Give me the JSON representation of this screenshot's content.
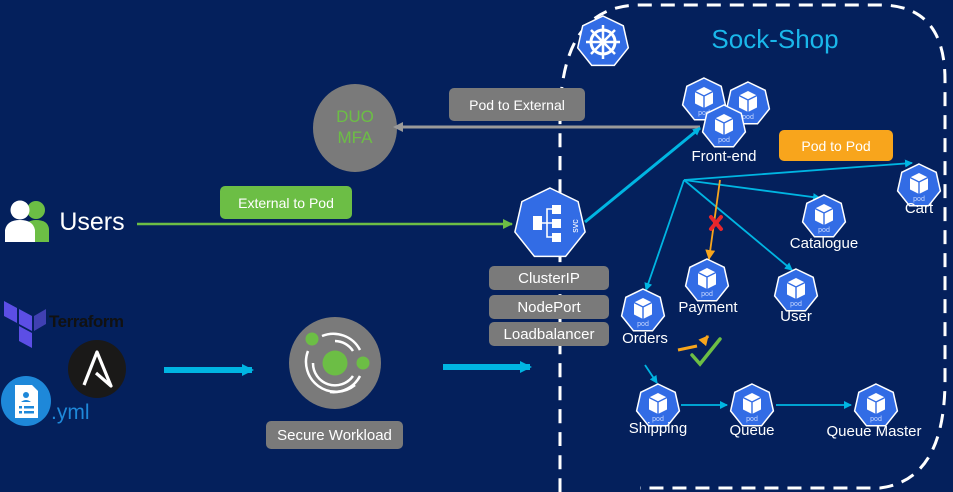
{
  "title": "Sock-Shop",
  "external": {
    "users_label": "Users",
    "duo_line1": "DUO",
    "duo_line2": "MFA",
    "terraform_label": "Terraform",
    "yml_label": ".yml",
    "secure_workload_label": "Secure Workload"
  },
  "flows": {
    "pod_to_external": "Pod to External",
    "external_to_pod": "External to Pod",
    "pod_to_pod": "Pod to Pod"
  },
  "service": {
    "svc_label": "svc",
    "types": [
      "ClusterIP",
      "NodePort",
      "Loadbalancer"
    ]
  },
  "pod_badge": "pod",
  "services": [
    {
      "id": "front-end",
      "label": "Front-end"
    },
    {
      "id": "cart",
      "label": "Cart"
    },
    {
      "id": "catalogue",
      "label": "Catalogue"
    },
    {
      "id": "payment",
      "label": "Payment"
    },
    {
      "id": "user",
      "label": "User"
    },
    {
      "id": "orders",
      "label": "Orders"
    },
    {
      "id": "shipping",
      "label": "Shipping"
    },
    {
      "id": "queue",
      "label": "Queue"
    },
    {
      "id": "queue-master",
      "label": "Queue Master"
    }
  ],
  "status": {
    "frontend_to_payment": "blocked",
    "orders_to_payment": "allowed"
  },
  "colors": {
    "background": "#04205c",
    "k8s_blue": "#326ce5",
    "flow_cyan": "#00b5e2",
    "allow_green": "#6cbe45",
    "orange": "#f8a51c",
    "deny_red": "#e8262c",
    "grey": "#7a7a7a",
    "title_cyan": "#1ab7ea"
  }
}
